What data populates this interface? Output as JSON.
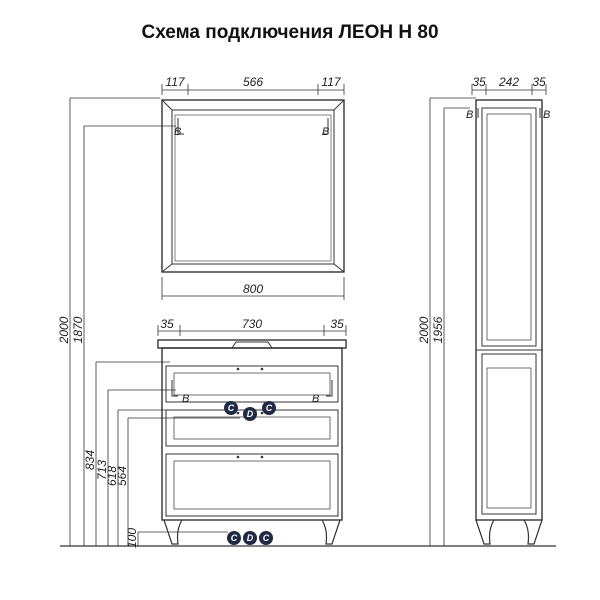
{
  "title": "Схема подключения ЛЕОН Н 80",
  "mirror": {
    "top": [
      "117",
      "566",
      "117"
    ],
    "bottom": "800",
    "point": "B"
  },
  "vanity": {
    "top": [
      "35",
      "730",
      "35"
    ],
    "heights": [
      "2000",
      "1870"
    ],
    "levels": [
      "834",
      "713",
      "618",
      "564",
      "100"
    ],
    "points": {
      "b": "B",
      "c": "C",
      "d": "D"
    }
  },
  "column": {
    "top": [
      "35",
      "242",
      "35"
    ],
    "heights": [
      "2000",
      "1956"
    ],
    "point": "B"
  },
  "colors": {
    "line": "#333333",
    "marker": "#1f2a44",
    "panel": "#666666"
  }
}
